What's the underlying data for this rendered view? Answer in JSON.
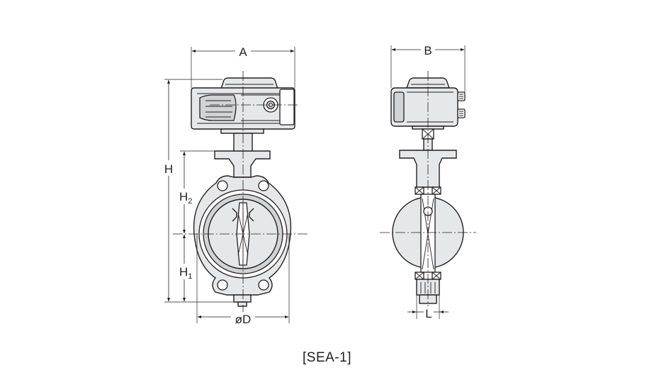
{
  "labels": {
    "A": "A",
    "B": "B",
    "H": "H",
    "H2_main": "H",
    "H2_sub": "2",
    "H1_main": "H",
    "H1_sub": "1",
    "D": "øD",
    "L": "L"
  },
  "caption": "[SEA-1]",
  "colors": {
    "line": "#231f20",
    "body_fill": "#e6e7e8",
    "shade_fill": "#d1d3d4"
  }
}
